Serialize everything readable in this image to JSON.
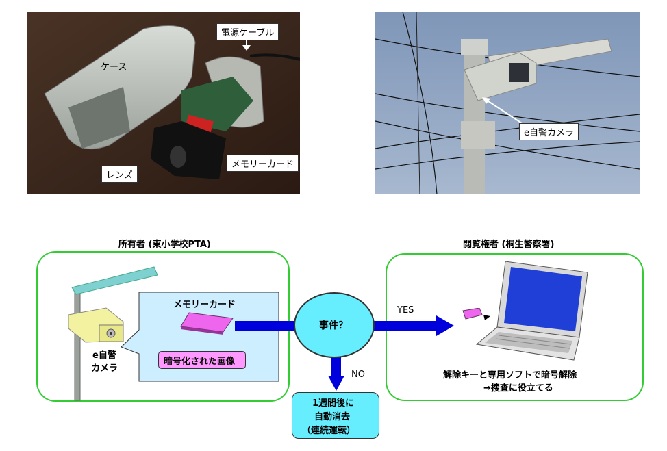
{
  "photo_left": {
    "labels": {
      "case": "ケース",
      "power_cable": "電源ケーブル",
      "memory_card": "メモリーカード",
      "lens": "レンズ"
    }
  },
  "photo_right": {
    "label": "e自警カメラ"
  },
  "owner": {
    "heading": "所有者 (東小学校PTA)",
    "camera_label_1": "e自警",
    "camera_label_2": "カメラ",
    "memory_card_title": "メモリーカード",
    "encrypted_label": "暗号化された画像"
  },
  "viewer": {
    "heading": "閲覧権者 (桐生警察署)",
    "caption_line1": "解除キーと専用ソフトで暗号解除",
    "caption_line2": "→捜査に役立てる"
  },
  "decision": {
    "question": "事件？",
    "yes": "YES",
    "no": "NO"
  },
  "auto_delete": {
    "line1": "1週間後に",
    "line2": "自動消去",
    "line3": "（連続運転）"
  },
  "colors": {
    "green_border": "#33cc33",
    "light_blue": "#cceeff",
    "cyan": "#66eeff",
    "pink": "#ff99ff",
    "arrow_blue": "#0000dd",
    "magenta_card": "#ee66ee"
  }
}
